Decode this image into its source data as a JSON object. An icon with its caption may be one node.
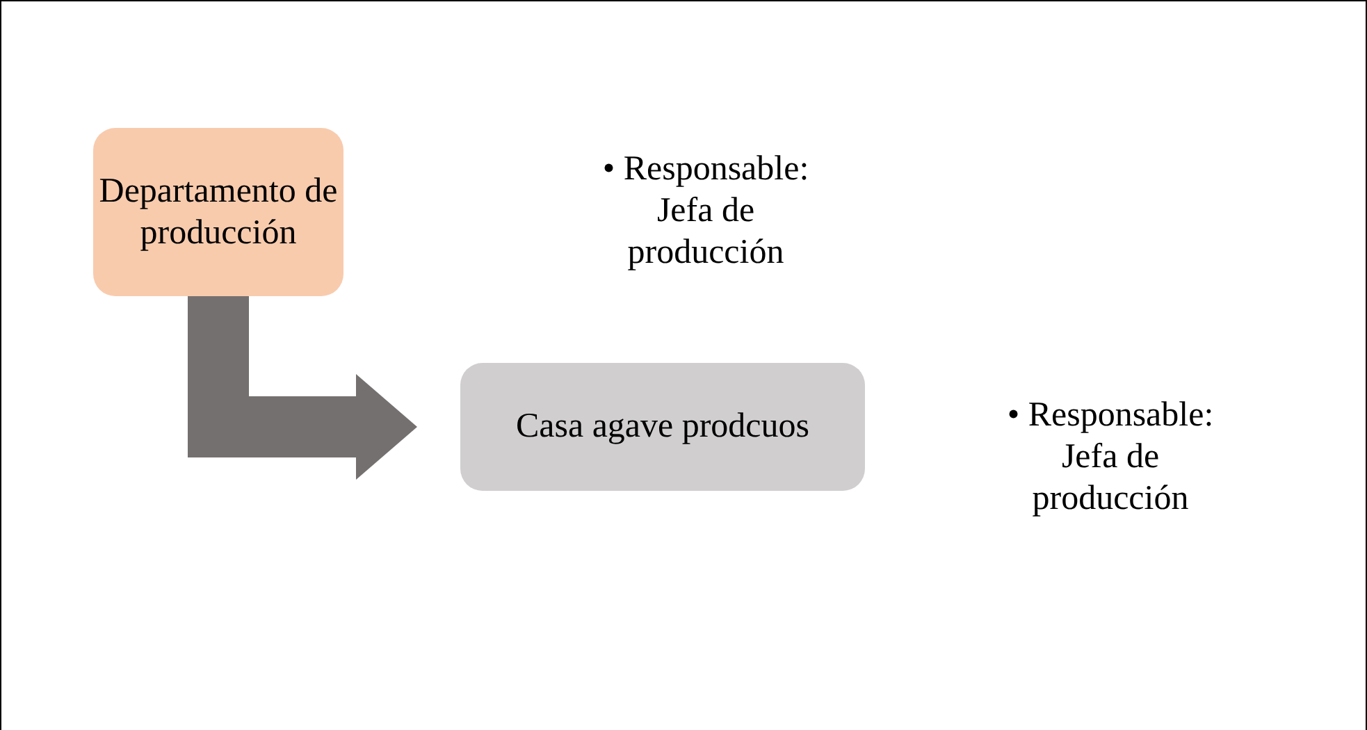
{
  "diagram": {
    "nodes": [
      {
        "text": [
          "Departamento de producción"
        ]
      },
      {
        "text": [
          "Casa agave prodcuos"
        ]
      }
    ],
    "edges": [
      {
        "from": 0,
        "to": 1,
        "arrow": "to"
      }
    ],
    "labels": [
      "• Responsable: Jefa de producción",
      "• Responsable: Jefa de producción"
    ]
  }
}
